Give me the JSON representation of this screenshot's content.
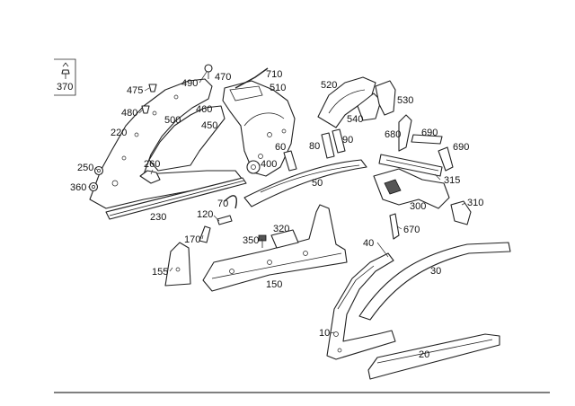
{
  "diagram": {
    "line_color": "#222222",
    "background": "#ffffff",
    "legend_item": {
      "number": "370",
      "icon": "clip-fastener-icon"
    },
    "callouts": {
      "c10": "10",
      "c20": "20",
      "c30": "30",
      "c40": "40",
      "c50": "50",
      "c60": "60",
      "c70": "70",
      "c80": "80",
      "c90": "90",
      "c120": "120",
      "c150": "150",
      "c155": "155",
      "c170": "170",
      "c220": "220",
      "c230": "230",
      "c250": "250",
      "c260": "260",
      "c300": "300",
      "c310": "310",
      "c315": "315",
      "c320": "320",
      "c350": "350",
      "c360": "360",
      "c370": "370",
      "c400": "400",
      "c450": "450",
      "c460": "460",
      "c470": "470",
      "c475": "475",
      "c480": "480",
      "c490": "490",
      "c500": "500",
      "c510": "510",
      "c520": "520",
      "c530": "530",
      "c540": "540",
      "c670": "670",
      "c680": "680",
      "c690a": "690",
      "c690b": "690",
      "c710": "710"
    }
  }
}
